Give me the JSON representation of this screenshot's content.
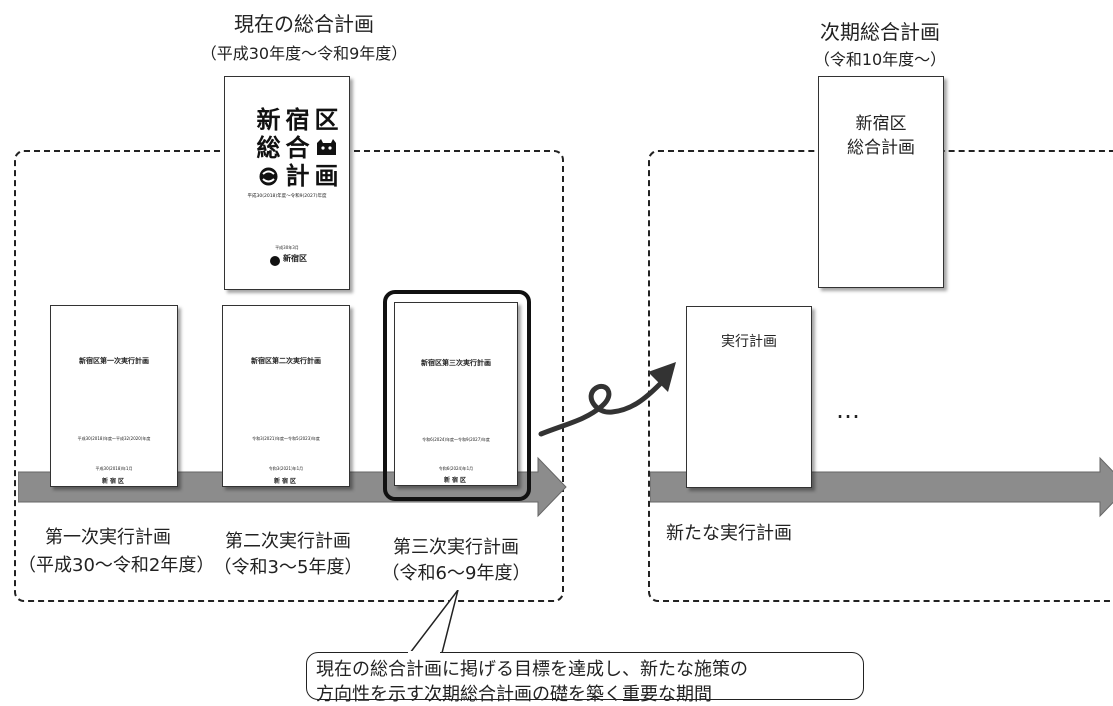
{
  "current_plan": {
    "title": "現在の総合計画",
    "period": "（平成30年度～令和9年度）",
    "cover": {
      "chars": [
        "新",
        "宿",
        "区",
        "総",
        "合",
        "計",
        "画"
      ],
      "small_line": "平成30(2018)年度～令和9(2027)年度",
      "date": "平成30年3月",
      "ward": "新宿区"
    }
  },
  "next_plan": {
    "title": "次期総合計画",
    "period": "（令和10年度～）",
    "cover_line1": "新宿区",
    "cover_line2": "総合計画"
  },
  "implementation_plans": [
    {
      "doc_title": "新宿区第一次実行計画",
      "doc_period": "平成30(2018)年度～平成32(2020)年度",
      "doc_date": "平成30(2018)年1月",
      "doc_ward": "新宿区",
      "label": "第一次実行計画",
      "period": "（平成30～令和2年度）"
    },
    {
      "doc_title": "新宿区第二次実行計画",
      "doc_period": "令和3(2021)年度～令和5(2023)年度",
      "doc_date": "令和3(2021)年1月",
      "doc_ward": "新宿区",
      "label": "第二次実行計画",
      "period": "（令和3～5年度）"
    },
    {
      "doc_title": "新宿区第三次実行計画",
      "doc_period": "令和6(2024)年度～令和9(2027)年度",
      "doc_date": "令和6(2024)年1月",
      "doc_ward": "新宿区",
      "label": "第三次実行計画",
      "period": "（令和6～9年度）"
    }
  ],
  "new_plan": {
    "doc_title": "実行計画",
    "ellipsis": "…",
    "label": "新たな実行計画"
  },
  "callout": {
    "line1": "現在の総合計画に掲げる目標を達成し、新たな施策の",
    "line2": "方向性を示す次期総合計画の礎を築く重要な期間"
  },
  "colors": {
    "arrow_fill": "#8c8c8c",
    "frame": "#222222",
    "highlight_border": "#111111"
  }
}
